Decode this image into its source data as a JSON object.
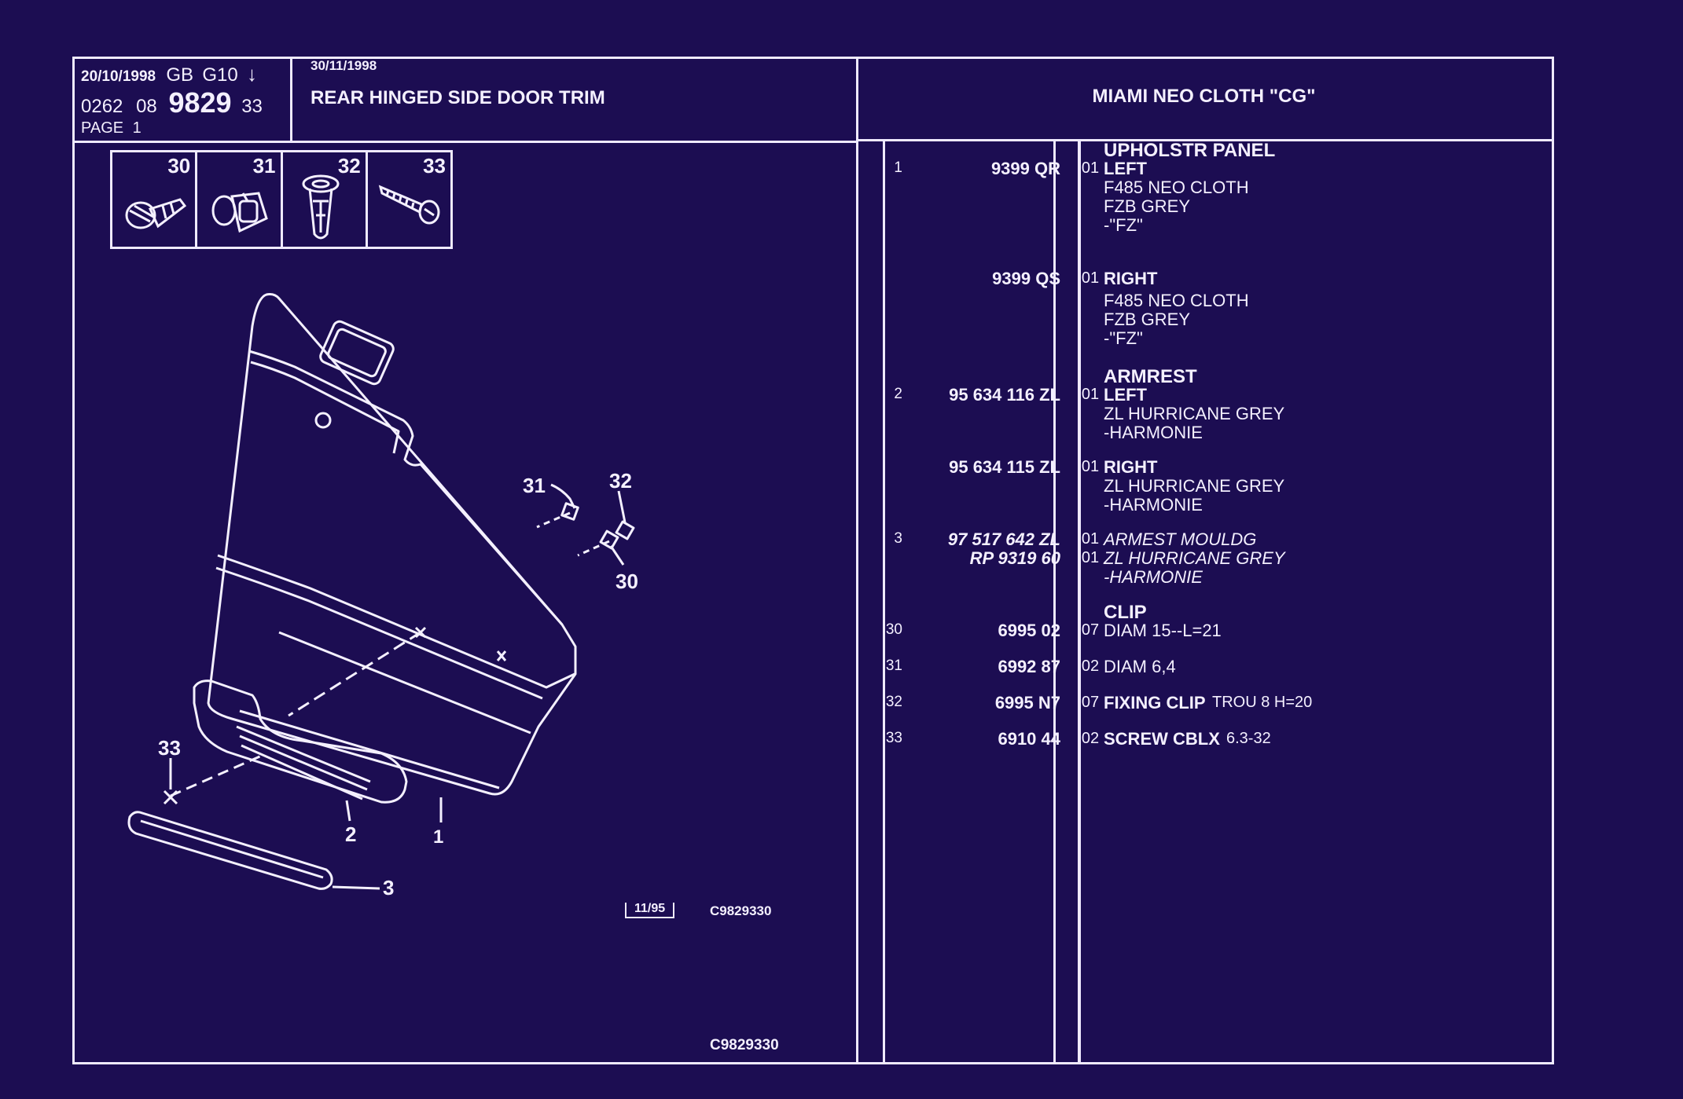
{
  "header": {
    "date": "20/10/1998",
    "region": "GB",
    "model_code": "G10",
    "ref_prefix": "0262",
    "ref_group": "08",
    "ref_main": "9829",
    "ref_suffix": "33",
    "page_label": "PAGE",
    "page_number": "1",
    "revision_date": "30/11/1998",
    "title": "REAR HINGED SIDE DOOR TRIM",
    "trim_title": "MIAMI NEO CLOTH \"CG\""
  },
  "thumbnails": [
    {
      "number": "30",
      "icon": "clip-icon"
    },
    {
      "number": "31",
      "icon": "clip-icon"
    },
    {
      "number": "32",
      "icon": "fixing-clip-icon"
    },
    {
      "number": "33",
      "icon": "screw-icon"
    }
  ],
  "diagram": {
    "callouts": [
      "31",
      "32",
      "30",
      "33",
      "1",
      "2",
      "3"
    ],
    "stamp_date": "11/95",
    "stamp_code": "C9829330",
    "drawing_code": "C9829330"
  },
  "parts": [
    {
      "item": "",
      "ref": "",
      "qty": "",
      "desc": "UPHOLSTR PANEL",
      "desc_bold": true
    },
    {
      "item": "1",
      "ref": "9399 QR",
      "qty": "01",
      "desc": "LEFT",
      "desc_bold": true
    },
    {
      "item": "",
      "ref": "",
      "qty": "",
      "desc": "F485 NEO CLOTH"
    },
    {
      "item": "",
      "ref": "",
      "qty": "",
      "desc": "FZB GREY"
    },
    {
      "item": "",
      "ref": "",
      "qty": "",
      "desc": "-\"FZ\""
    },
    {
      "item": "",
      "ref": "9399 QS",
      "qty": "01",
      "desc": "RIGHT",
      "desc_bold": true
    },
    {
      "item": "",
      "ref": "",
      "qty": "",
      "desc": "F485 NEO CLOTH"
    },
    {
      "item": "",
      "ref": "",
      "qty": "",
      "desc": "FZB GREY"
    },
    {
      "item": "",
      "ref": "",
      "qty": "",
      "desc": "-\"FZ\""
    },
    {
      "item": "",
      "ref": "",
      "qty": "",
      "desc": "ARMREST",
      "desc_bold": true
    },
    {
      "item": "2",
      "ref": "95 634 116 ZL",
      "qty": "01",
      "desc": "LEFT",
      "desc_bold": true
    },
    {
      "item": "",
      "ref": "",
      "qty": "",
      "desc": "ZL HURRICANE GREY"
    },
    {
      "item": "",
      "ref": "",
      "qty": "",
      "desc": "-HARMONIE"
    },
    {
      "item": "",
      "ref": "95 634 115 ZL",
      "qty": "01",
      "desc": "RIGHT",
      "desc_bold": true
    },
    {
      "item": "",
      "ref": "",
      "qty": "",
      "desc": "ZL HURRICANE GREY"
    },
    {
      "item": "",
      "ref": "",
      "qty": "",
      "desc": "-HARMONIE"
    },
    {
      "item": "3",
      "ref": "97 517 642 ZL",
      "qty": "01",
      "desc": "ARMEST MOULDG",
      "italic": true
    },
    {
      "item": "",
      "ref": "RP  9319 60",
      "qty": "01",
      "desc": "ZL HURRICANE GREY",
      "italic": true
    },
    {
      "item": "",
      "ref": "",
      "qty": "",
      "desc": "-HARMONIE",
      "italic": true
    },
    {
      "item": "",
      "ref": "",
      "qty": "",
      "desc": "CLIP",
      "desc_bold": true
    },
    {
      "item": "30",
      "ref": "6995 02",
      "qty": "07",
      "desc": "DIAM 15--L=21"
    },
    {
      "item": "31",
      "ref": "6992 87",
      "qty": "02",
      "desc": "DIAM 6,4"
    },
    {
      "item": "32",
      "ref": "6995 N7",
      "qty": "07",
      "desc": "FIXING CLIP",
      "desc_bold": true,
      "desc_extra": "TROU 8 H=20"
    },
    {
      "item": "33",
      "ref": "6910 44",
      "qty": "02",
      "desc": "SCREW CBLX",
      "desc_bold": true,
      "desc_extra": "6.3-32"
    }
  ],
  "colors": {
    "background": "#1c0d52",
    "lines": "#efeaff"
  }
}
